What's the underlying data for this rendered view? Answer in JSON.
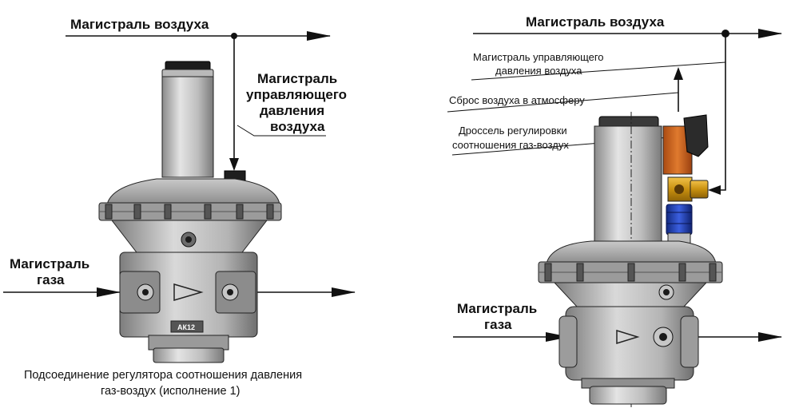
{
  "left": {
    "air_main": "Магистраль воздуха",
    "control_air_line1": "Магистраль",
    "control_air_line2": "управляющего",
    "control_air_line3": "давления",
    "control_air_line4": "воздуха",
    "gas_main_line1": "Магистраль",
    "gas_main_line2": "газа",
    "model_mark": "АК12",
    "caption_line1": "Подсоединение регулятора соотношения давления",
    "caption_line2": "газ-воздух (исполнение 1)"
  },
  "right": {
    "air_main": "Магистраль воздуха",
    "control_air_line1": "Магистраль управляющего",
    "control_air_line2": "давления воздуха",
    "vent": "Сброс воздуха в атмосферу",
    "throttle_line1": "Дроссель регулировки",
    "throttle_line2": "соотношения газ-воздух",
    "gas_main_line1": "Магистраль",
    "gas_main_line2": "газа"
  },
  "colors": {
    "metal_light": "#d8d8d8",
    "metal_mid": "#a9a9a9",
    "metal_dark": "#6e6e6e",
    "outline": "#1a1a1a",
    "orange": "#d2691e",
    "brass": "#d4a017",
    "blue": "#1f3fb0",
    "knob": "#2b2b2b"
  }
}
